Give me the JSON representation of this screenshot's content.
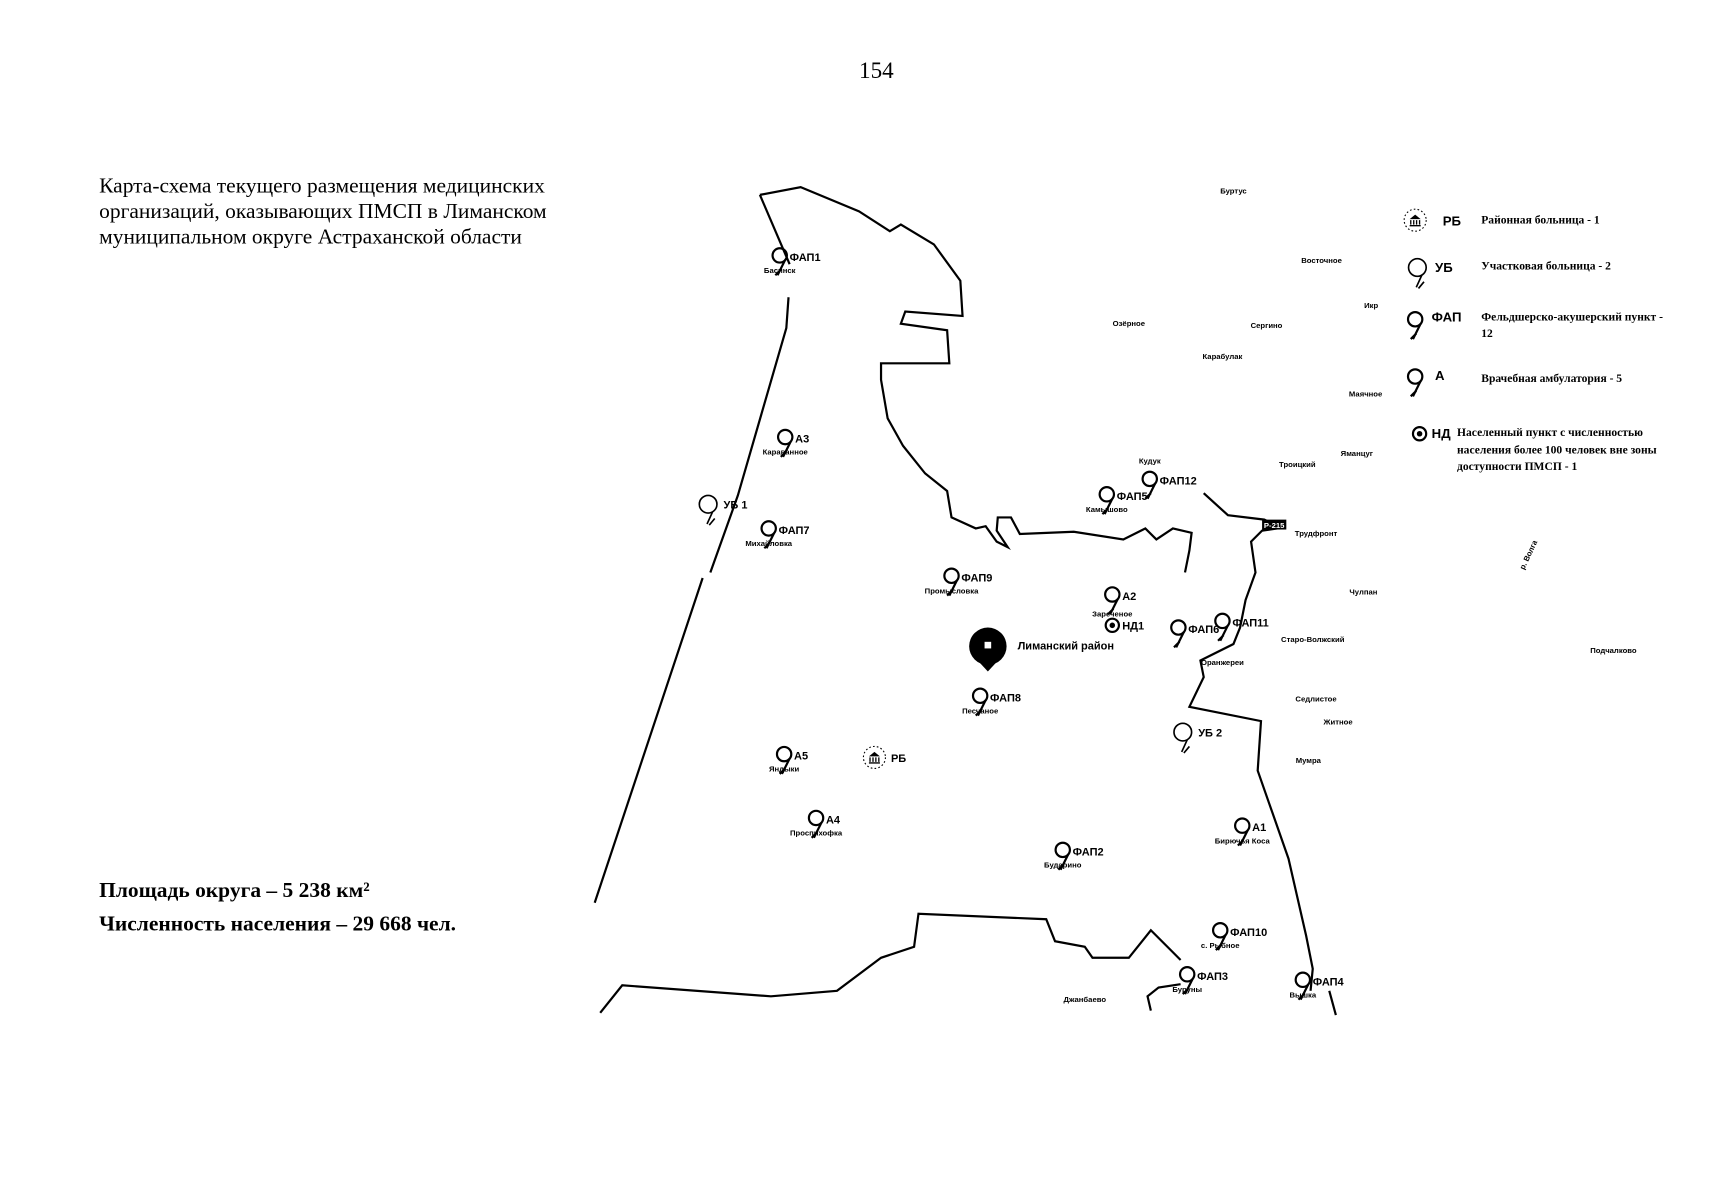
{
  "page_number": "154",
  "title": "Карта-схема текущего размещения медицинских организаций, оказывающих ПМСП в Лиманском муниципальном округе Астраханской области",
  "stats": {
    "area": "Площадь округа – 5 238 км²",
    "population": "Численность населения – 29 668 чел."
  },
  "legend": [
    {
      "code": "РБ",
      "text": "Районная больница - 1",
      "icon": "hospital-icon"
    },
    {
      "code": "УБ",
      "text": "Участковая больница - 2",
      "icon": "pin-outline-icon"
    },
    {
      "code": "ФАП",
      "text": "Фельдшерско-акушерский пункт - 12",
      "icon": "pin-icon"
    },
    {
      "code": "А",
      "text": "Врачебная амбулатория - 5",
      "icon": "pin-icon"
    },
    {
      "code": "НД",
      "text": "Населенный пункт с численностью населения более 100 человек вне зоны доступности ПМСП - 1",
      "icon": "target-icon"
    }
  ],
  "map": {
    "center_label": "Лиманский район",
    "road_label": "Р-215",
    "markers": [
      {
        "code": "ФАП1",
        "place": "Басинск"
      },
      {
        "code": "А3",
        "place": "Караванное"
      },
      {
        "code": "УБ 1",
        "place": ""
      },
      {
        "code": "ФАП7",
        "place": "Михайловка"
      },
      {
        "code": "ФАП9",
        "place": "Промысловка"
      },
      {
        "code": "А2",
        "place": "Зареченое"
      },
      {
        "code": "НД1",
        "place": ""
      },
      {
        "code": "ФАП12",
        "place": "Кудук"
      },
      {
        "code": "ФАП5",
        "place": "Камышово"
      },
      {
        "code": "ФАП6",
        "place": ""
      },
      {
        "code": "ФАП11",
        "place": "Оранжереи"
      },
      {
        "code": "ФАП8",
        "place": "Песчаное"
      },
      {
        "code": "УБ 2",
        "place": ""
      },
      {
        "code": "А5",
        "place": "Яндыки"
      },
      {
        "code": "РБ",
        "place": ""
      },
      {
        "code": "А4",
        "place": "Проспихофка"
      },
      {
        "code": "А1",
        "place": "Бирючья Коса"
      },
      {
        "code": "ФАП2",
        "place": "Бударино"
      },
      {
        "code": "ФАП10",
        "place": "с. Рыбное"
      },
      {
        "code": "ФАП3",
        "place": "Буруны"
      },
      {
        "code": "ФАП4",
        "place": "Вышка"
      }
    ],
    "places": [
      "Буртус",
      "Восточное",
      "Икр",
      "Озёрное",
      "Сергино",
      "Карабулак",
      "Маячное",
      "Троицкий",
      "Яманцуг",
      "Трудфронт",
      "Чулпан",
      "Старо-Волжский",
      "Седлистое",
      "Житное",
      "Мумра",
      "Джанбаево",
      "Подчалково",
      "р. Волга"
    ]
  }
}
